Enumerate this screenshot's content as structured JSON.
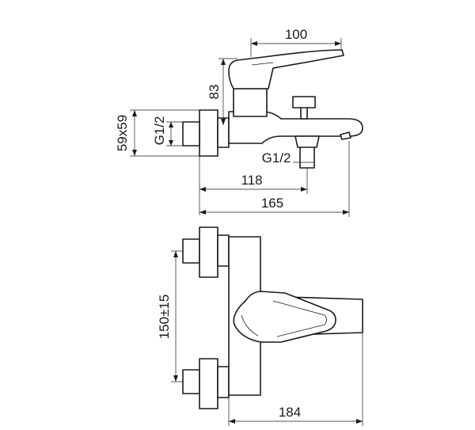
{
  "dimensions": {
    "top_width": "100",
    "height": "83",
    "plate": "59x59",
    "inlet_thread": "G1/2",
    "outlet_thread": "G1/2",
    "outlet_depth": "118",
    "spout_depth": "165",
    "center_distance": "150±15",
    "total_width": "184"
  }
}
